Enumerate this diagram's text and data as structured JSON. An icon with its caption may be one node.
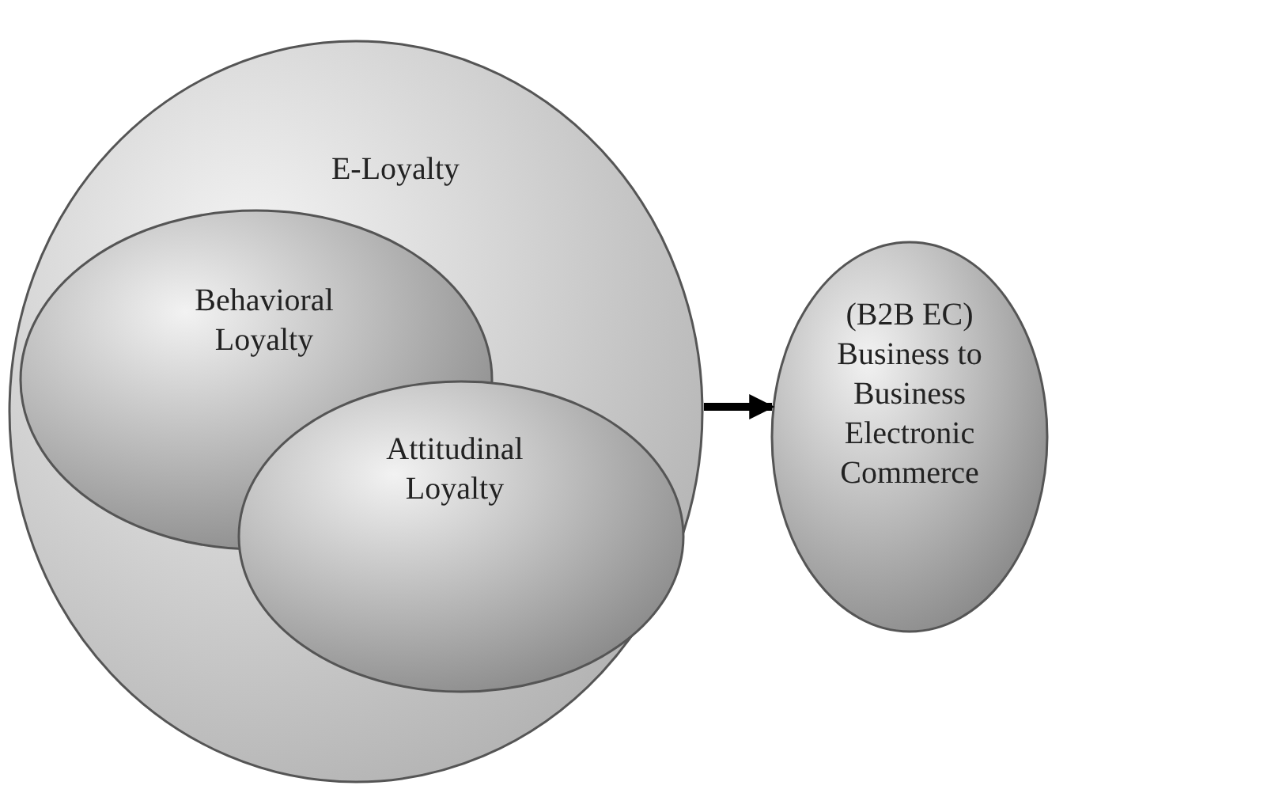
{
  "diagram": {
    "nodes": [
      {
        "text": [
          "E-Loyalty"
        ]
      },
      {
        "text": [
          "Behavioral Loyalty"
        ],
        "in": 0
      },
      {
        "text": [
          "Attitudinal Loyalty"
        ],
        "in": 0
      },
      {
        "text": [
          "(B2B EC) Business to Business Electronic Commerce"
        ]
      }
    ],
    "edges": [
      {
        "from": 0,
        "to": 3,
        "arrow": "to"
      }
    ]
  }
}
